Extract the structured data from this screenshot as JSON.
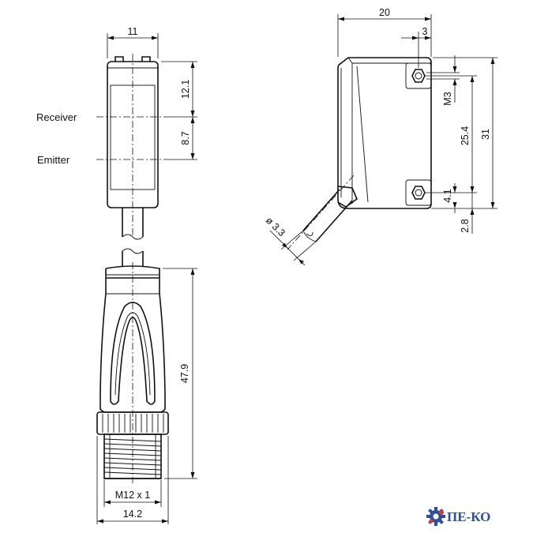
{
  "labels": {
    "receiver": "Receiver",
    "emitter": "Emitter"
  },
  "dimensions": {
    "front_width": "11",
    "upper_offset": "12.1",
    "lower_offset": "8.7",
    "connector_length": "47.9",
    "thread": "M12 x 1",
    "connector_width": "14.2",
    "side_depth": "20",
    "hole_offset": "3",
    "screw": "M3",
    "hole_spacing": "25.4",
    "total_height": "31",
    "hole_bottom": "4.1",
    "cable_offset": "2.8",
    "cable_diameter": "ø 3.3"
  },
  "logo": {
    "text": "ПЕ-КО",
    "color": "#2d4f9e",
    "icon": "gear-icon"
  }
}
